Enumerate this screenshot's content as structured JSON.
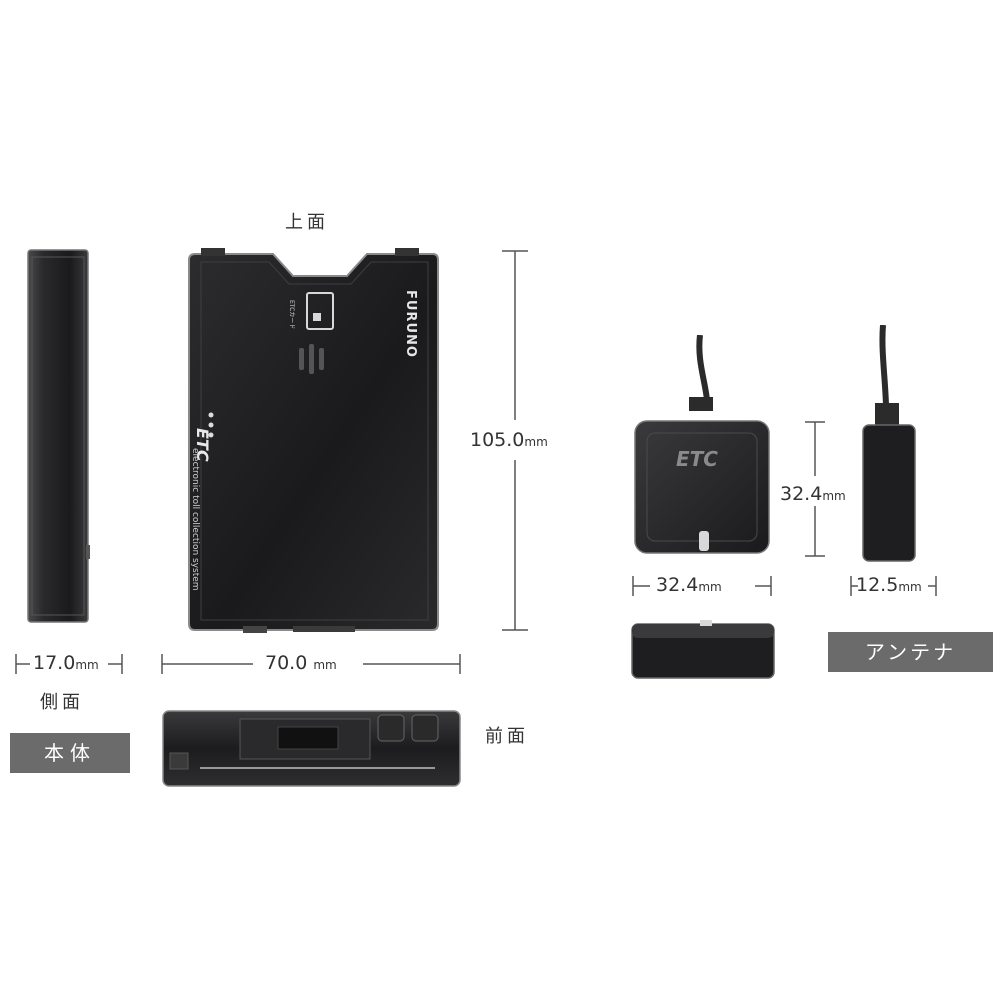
{
  "main_unit": {
    "label_top": "上面",
    "label_side": "側面",
    "label_front": "前面",
    "tag": "本体",
    "dim_height": "105.0",
    "dim_width": "70.0",
    "dim_depth": "17.0",
    "unit": "mm",
    "brand": "FURUNO",
    "logo": "ETC",
    "caption": "electronic toll collection system",
    "card_label": "ETCカード"
  },
  "antenna": {
    "tag": "アンテナ",
    "dim_height": "32.4",
    "dim_width": "32.4",
    "dim_depth": "12.5",
    "unit": "mm",
    "logo": "ETC"
  },
  "colors": {
    "device_body": "#1b1b1d",
    "device_edge": "#8a8a8a",
    "tag_bg": "#6b6b6b",
    "dim_line": "#555555"
  }
}
